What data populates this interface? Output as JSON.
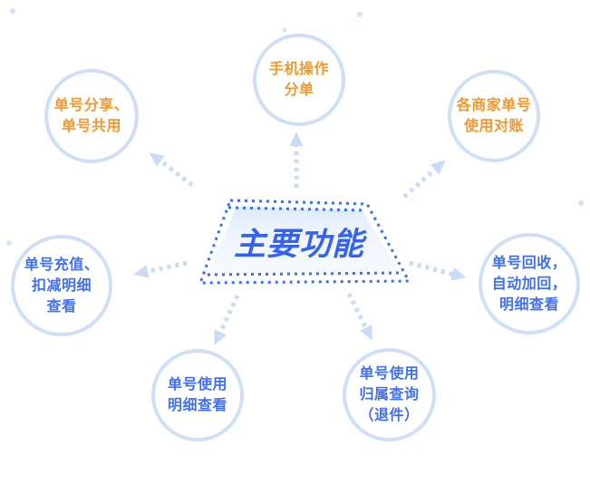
{
  "diagram": {
    "center": {
      "label": "主要功能"
    },
    "nodes": [
      {
        "key": "number-share",
        "label": "单号分享、\n单号共用",
        "color": "orange",
        "position": "top-left"
      },
      {
        "key": "phone-dispatch",
        "label": "手机操作\n分单",
        "color": "orange",
        "position": "top"
      },
      {
        "key": "merchant-reconcile",
        "label": "各商家单号\n使用对账",
        "color": "orange",
        "position": "top-right"
      },
      {
        "key": "recharge-detail",
        "label": "单号充值、\n扣减明细\n查看",
        "color": "blue",
        "position": "left"
      },
      {
        "key": "number-recycle",
        "label": "单号回收，\n自动加回，\n明细查看",
        "color": "blue",
        "position": "right"
      },
      {
        "key": "usage-detail",
        "label": "单号使用\n明细查看",
        "color": "blue",
        "position": "bottom-left"
      },
      {
        "key": "ownership-query",
        "label": "单号使用\n归属查询\n（退件）",
        "color": "blue",
        "position": "bottom-right"
      }
    ],
    "colors": {
      "accent_orange": "#f0992e",
      "accent_blue": "#4070f0",
      "center_text": "#3563ed",
      "circle_stroke": "#cfe0f5",
      "arrow": "#c9dbf6",
      "dotted_border": "#3a6ff0",
      "trapezoid_fill": "#f5f9fe"
    }
  }
}
